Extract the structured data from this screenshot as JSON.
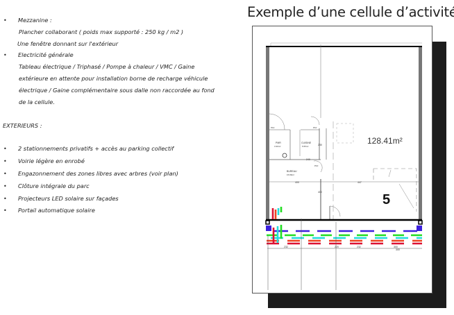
{
  "left": {
    "bullets": [
      {
        "label": "Mezzanine :",
        "lines": [
          "Plancher collaborant ( poids max supporté : 250 kg / m2 )",
          "Une fenêtre donnant sur l'extérieur"
        ]
      },
      {
        "label": "Electricité générale",
        "lines": [
          "Tableau électrique / Triphasé / Pompe à chaleur / VMC / Gaine",
          "extérieure en attente pour installation borne de recharge véhicule",
          "électrique / Gaine complémentaire sous dalle non raccordée au fond",
          "de la cellule."
        ]
      }
    ],
    "exterieurs_heading": "EXTERIEURS :",
    "exterieurs": [
      "2 stationnements privatifs + accès au parking collectif",
      "Voirie légère en enrobé",
      "Engazonnement des zones libres avec arbres (voir plan)",
      "Clôture intégrale du parc",
      "Projecteurs LED solaire sur façades",
      "Portail automatique solaire"
    ]
  },
  "title": "Exemple d’une cellule d’activités",
  "plan": {
    "area": "128.41m²",
    "cell_number": "5",
    "rooms": [
      {
        "name": "PMR",
        "area": "3.30m²"
      },
      {
        "name": "CUISINE",
        "area": "5.55m²"
      },
      {
        "name": "BUREAU",
        "area": "15.80m²"
      }
    ],
    "dimensions": [
      "400",
      "447",
      "240",
      "230",
      "400",
      "232",
      "220",
      "232",
      "300",
      "300"
    ],
    "door_labels": [
      "P10",
      "P10",
      "P10"
    ]
  }
}
